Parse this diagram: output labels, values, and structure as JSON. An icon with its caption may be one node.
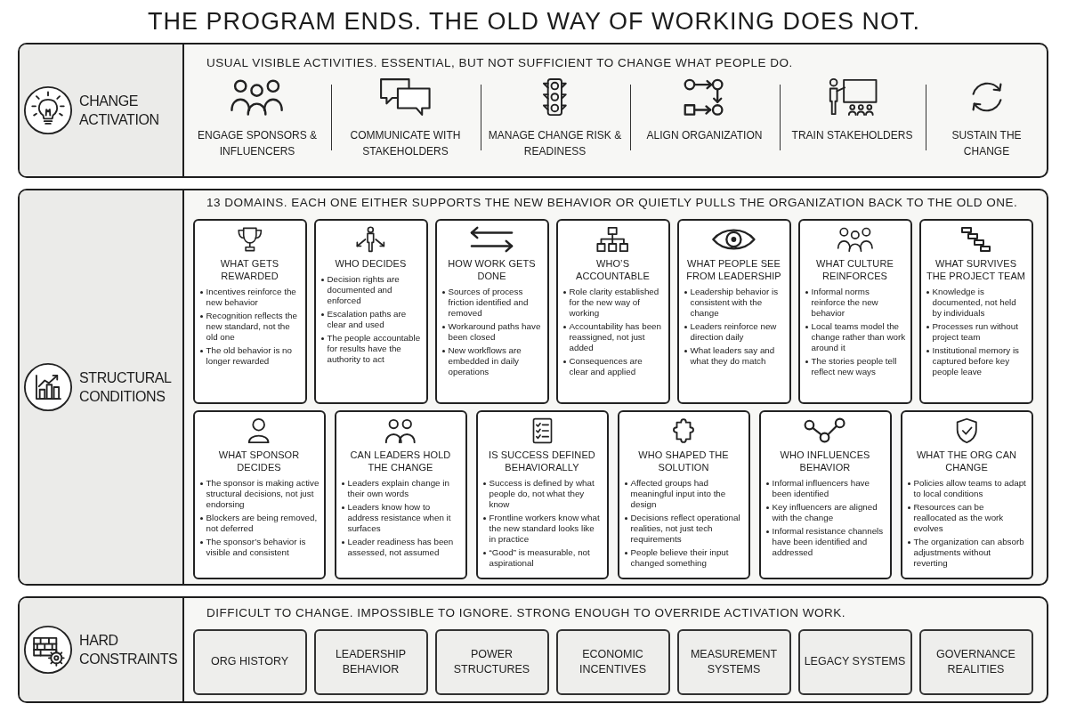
{
  "diagram": {
    "title": "THE PROGRAM ENDS. THE OLD WAY OF WORKING DOES NOT.",
    "nodes": [
      {
        "text": [
          "CHANGE ACTIVATION",
          "USUAL VISIBLE ACTIVITIES. ESSENTIAL, BUT NOT SUFFICIENT TO CHANGE WHAT PEOPLE DO."
        ]
      },
      {
        "text": [
          "ENGAGE SPONSORS & INFLUENCERS"
        ],
        "in": 0
      },
      {
        "text": [
          "COMMUNICATE WITH STAKEHOLDERS"
        ],
        "in": 0
      },
      {
        "text": [
          "MANAGE CHANGE RISK & READINESS"
        ],
        "in": 0
      },
      {
        "text": [
          "ALIGN ORGANIZATION"
        ],
        "in": 0
      },
      {
        "text": [
          "TRAIN STAKEHOLDERS"
        ],
        "in": 0
      },
      {
        "text": [
          "SUSTAIN THE CHANGE"
        ],
        "in": 0
      },
      {
        "text": [
          "STRUCTURAL CONDITIONS",
          "13 DOMAINS. EACH ONE EITHER SUPPORTS THE NEW BEHAVIOR OR QUIETLY PULLS THE ORGANIZATION BACK TO THE OLD ONE."
        ]
      },
      {
        "text": [
          "WHAT GETS REWARDED",
          "Incentives reinforce the new behavior",
          "Recognition reflects the new standard, not the old one",
          "The old behavior is no longer rewarded"
        ],
        "in": 7
      },
      {
        "text": [
          "WHO DECIDES",
          "Decision rights are documented and enforced",
          "Escalation paths are clear and used",
          "The people accountable for results have the authority to act"
        ],
        "in": 7
      },
      {
        "text": [
          "HOW WORK GETS DONE",
          "Sources of process friction identified and removed",
          "Workaround paths have been closed",
          "New workflows are embedded in daily operations"
        ],
        "in": 7
      },
      {
        "text": [
          "WHO’S ACCOUNTABLE",
          "Role clarity established for the new way of working",
          "Accountability has been reassigned, not just added",
          "Consequences are clear and applied"
        ],
        "in": 7
      },
      {
        "text": [
          "WHAT PEOPLE SEE FROM LEADERSHIP",
          "Leadership behavior is consistent with the change",
          "Leaders reinforce new direction daily",
          "What leaders say and what they do match"
        ],
        "in": 7
      },
      {
        "text": [
          "WHAT CULTURE REINFORCES",
          "Informal norms reinforce the new behavior",
          "Local teams model the change rather than work around it",
          "The stories people tell reflect new ways"
        ],
        "in": 7
      },
      {
        "text": [
          "WHAT SURVIVES THE PROJECT TEAM",
          "Knowledge is documented, not held by individuals",
          "Processes run without project team",
          "Institutional memory is captured before key people leave"
        ],
        "in": 7
      },
      {
        "text": [
          "WHAT SPONSOR DECIDES",
          "The sponsor is making active structural decisions, not just endorsing",
          "Blockers are being removed, not deferred",
          "The sponsor’s behavior is visible and consistent"
        ],
        "in": 7
      },
      {
        "text": [
          "CAN LEADERS HOLD THE CHANGE",
          "Leaders explain change in their own words",
          "Leaders know how to address resistance when it surfaces",
          "Leader readiness has been assessed, not assumed"
        ],
        "in": 7
      },
      {
        "text": [
          "IS SUCCESS DEFINED BEHAVIORALLY",
          "Success is defined by what people do, not what they know",
          "Frontline workers know what the new standard looks like in practice",
          "“Good” is measurable, not aspirational"
        ],
        "in": 7
      },
      {
        "text": [
          "WHO SHAPED THE SOLUTION",
          "Affected groups had meaningful input into the design",
          "Decisions reflect operational realities, not just tech requirements",
          "People believe their input changed something"
        ],
        "in": 7
      },
      {
        "text": [
          "WHO INFLUENCES BEHAVIOR",
          "Informal influencers have been identified",
          "Key influencers are aligned with the change",
          "Informal resistance channels have been identified and addressed"
        ],
        "in": 7
      },
      {
        "text": [
          "WHAT THE ORG CAN CHANGE",
          "Policies allow teams to adapt to local conditions",
          "Resources can be reallocated as the work evolves",
          "The organization can absorb adjustments without reverting"
        ],
        "in": 7
      },
      {
        "text": [
          "HARD CONSTRAINTS",
          "DIFFICULT TO CHANGE. IMPOSSIBLE TO IGNORE. STRONG ENOUGH TO OVERRIDE ACTIVATION WORK."
        ]
      },
      {
        "text": [
          "ORG HISTORY"
        ],
        "in": 21
      },
      {
        "text": [
          "LEADERSHIP BEHAVIOR"
        ],
        "in": 21
      },
      {
        "text": [
          "POWER STRUCTURES"
        ],
        "in": 21
      },
      {
        "text": [
          "ECONOMIC INCENTIVES"
        ],
        "in": 21
      },
      {
        "text": [
          "MEASUREMENT SYSTEMS"
        ],
        "in": 21
      },
      {
        "text": [
          "LEGACY SYSTEMS"
        ],
        "in": 21
      },
      {
        "text": [
          "GOVERNANCE REALITIES"
        ],
        "in": 21
      }
    ]
  }
}
